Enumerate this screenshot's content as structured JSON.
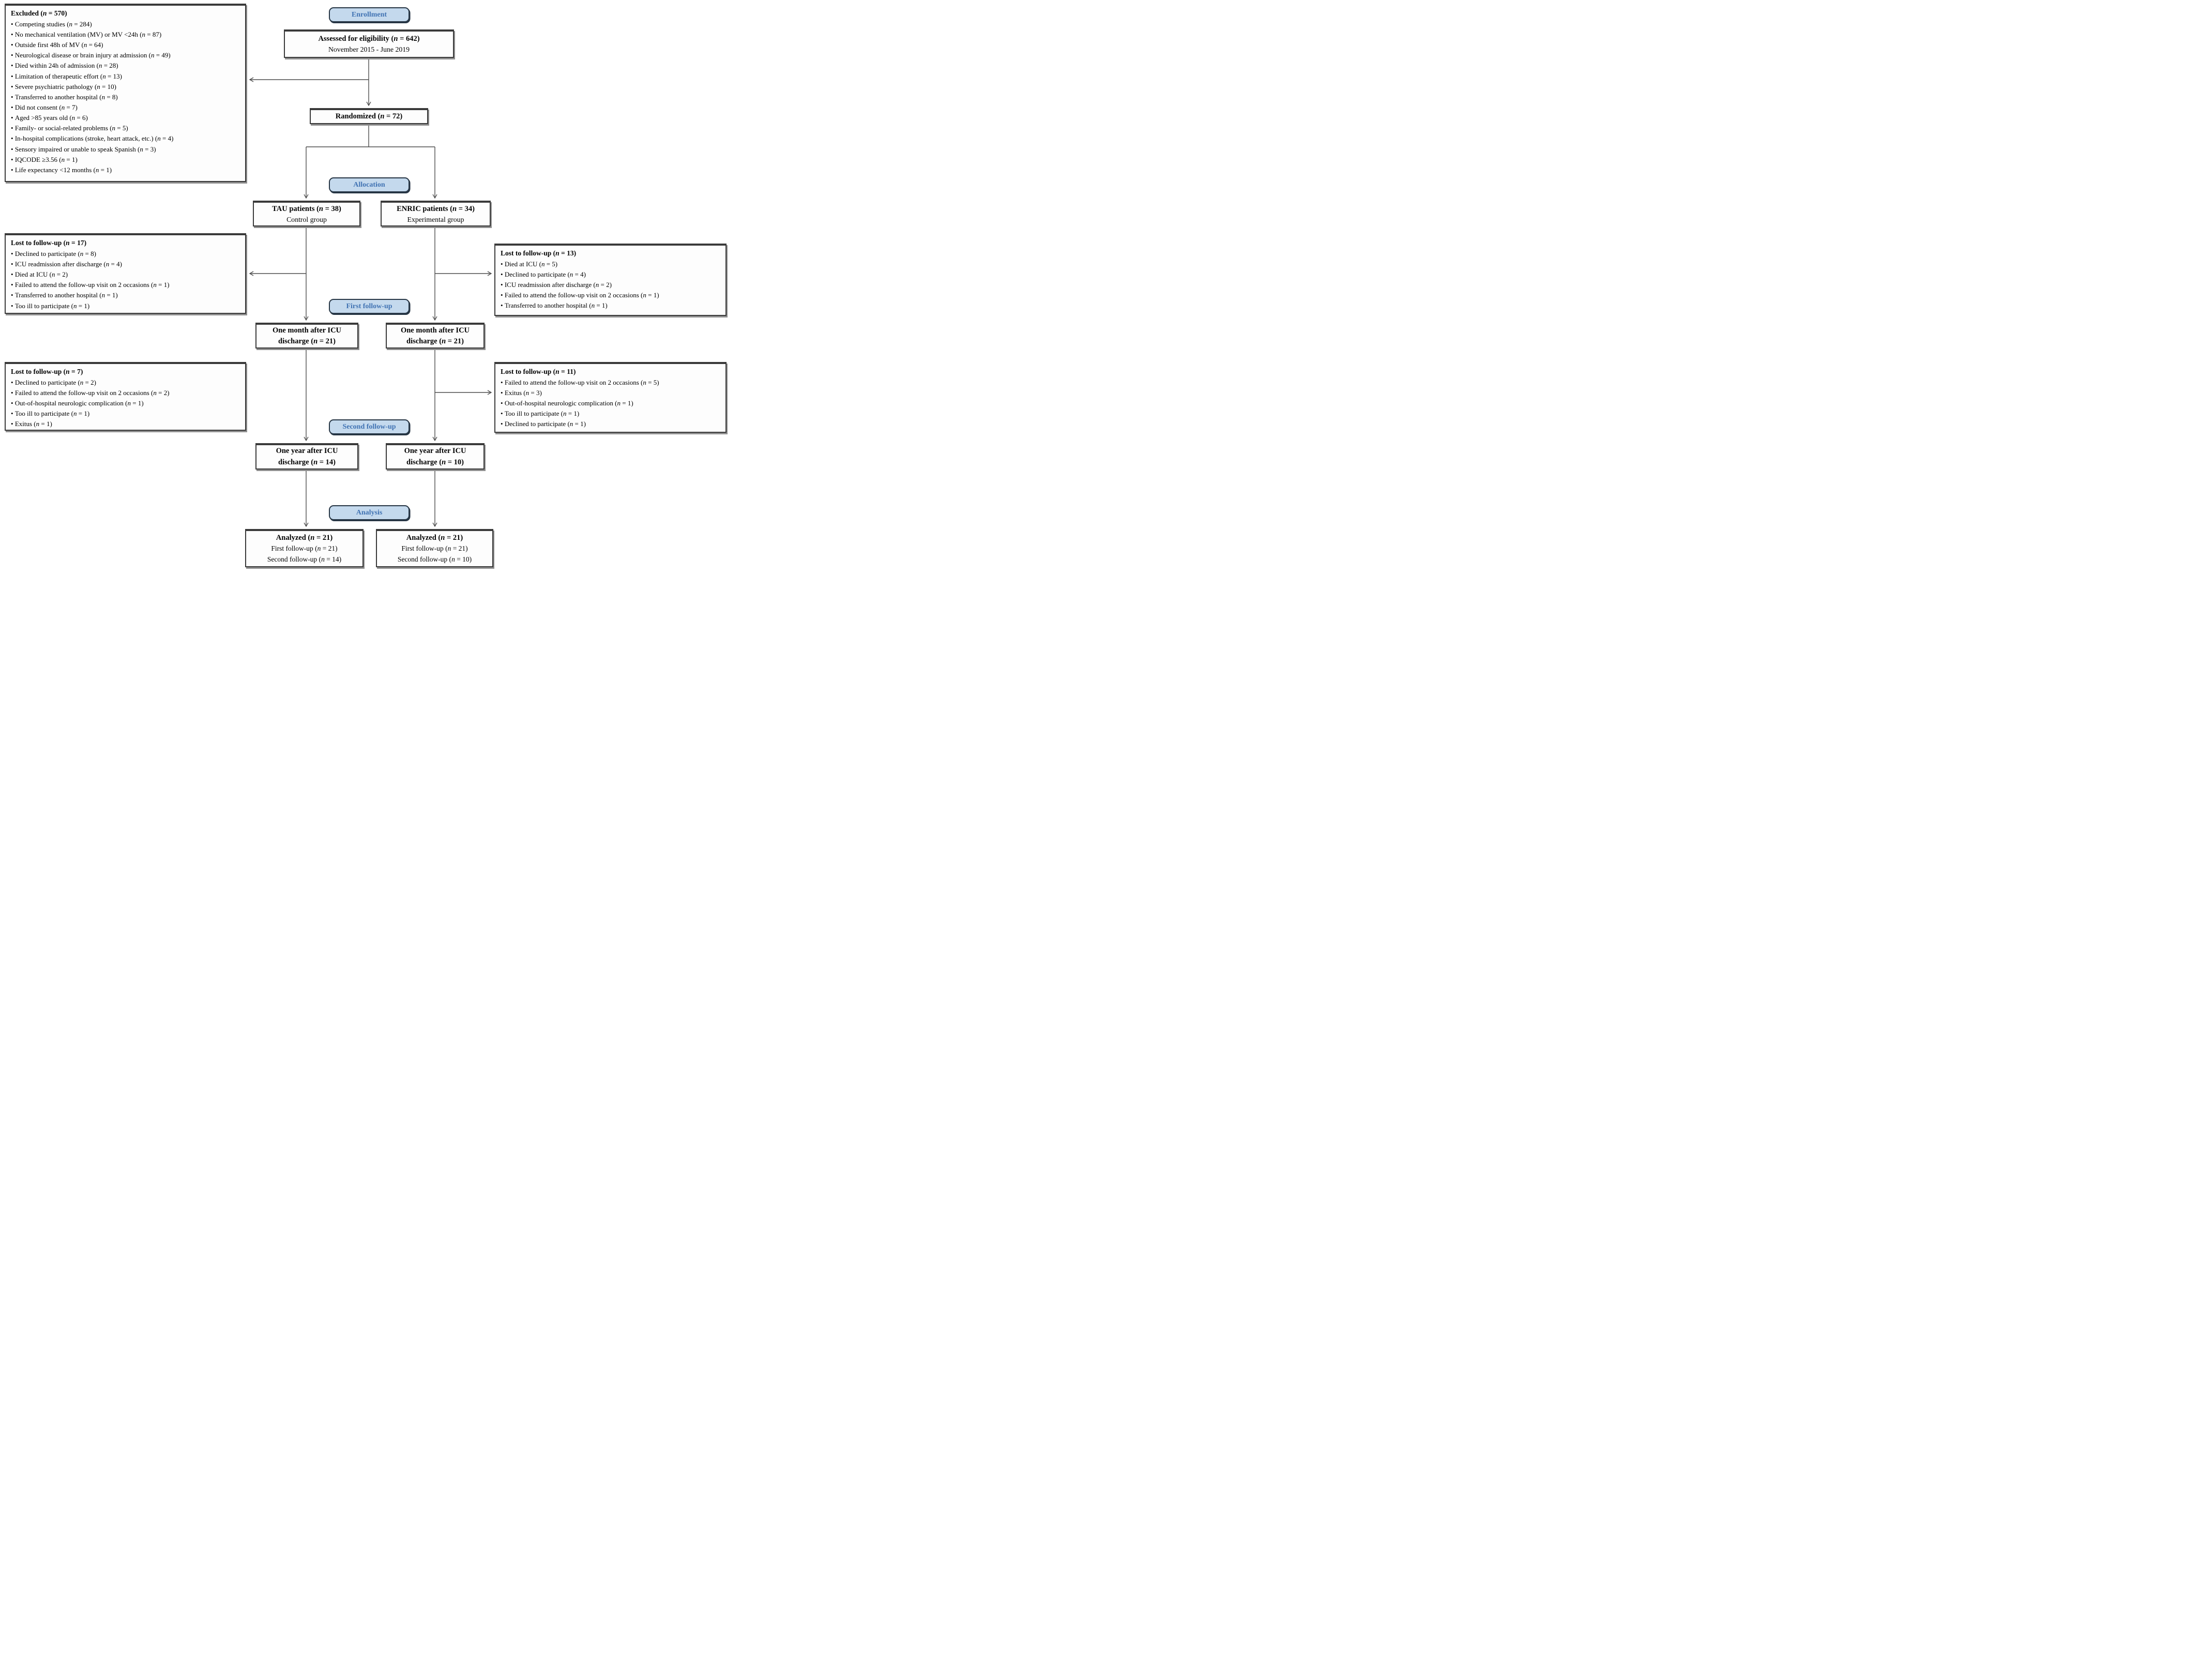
{
  "colors": {
    "badge_fill": "#c4d9ed",
    "badge_border": "#273645",
    "badge_text": "#4173b3",
    "box_border": "#3a3a3a",
    "arrow": "#4d4d4d",
    "shadow": "#8f8f8f"
  },
  "badges": {
    "enrollment": "Enrollment",
    "allocation": "Allocation",
    "first_followup": "First follow-up",
    "second_followup": "Second follow-up",
    "analysis": "Analysis"
  },
  "boxes": {
    "assessed": {
      "title": "Assessed for eligibility (n = 642)",
      "subtitle": "November 2015 - June 2019"
    },
    "randomized": {
      "title": "Randomized (n = 72)"
    },
    "excluded": {
      "title": "Excluded (n = 570)",
      "items": [
        "Competing studies (n = 284)",
        "No mechanical ventilation (MV) or MV <24h (n = 87)",
        "Outside first 48h of MV (n = 64)",
        "Neurological disease or brain injury at admission (n = 49)",
        "Died within 24h of admission (n = 28)",
        "Limitation of therapeutic effort (n = 13)",
        "Severe psychiatric pathology (n = 10)",
        "Transferred to another hospital (n = 8)",
        "Did not consent (n = 7)",
        "Aged >85 years old (n = 6)",
        "Family- or social-related problems (n = 5)",
        "In-hospital complications (stroke, heart attack, etc.) (n = 4)",
        "Sensory impaired or unable to speak Spanish (n = 3)",
        "IQCODE ≥3.56 (n = 1)",
        "Life expectancy <12 months (n = 1)"
      ]
    },
    "tau": {
      "title": "TAU patients (n = 38)",
      "subtitle": "Control group"
    },
    "enric": {
      "title": "ENRIC patients (n = 34)",
      "subtitle": "Experimental group"
    },
    "lost1_left": {
      "title": "Lost to follow-up (n = 17)",
      "items": [
        "Declined to participate (n = 8)",
        "ICU readmission after discharge (n = 4)",
        "Died at ICU (n = 2)",
        "Failed to attend the follow-up visit on 2 occasions (n = 1)",
        "Transferred to another hospital (n = 1)",
        "Too ill to participate (n = 1)"
      ]
    },
    "lost1_right": {
      "title": "Lost to follow-up (n = 13)",
      "items": [
        "Died at ICU (n = 5)",
        "Declined to participate (n = 4)",
        "ICU readmission after discharge (n = 2)",
        "Failed to attend the follow-up visit on 2 occasions (n = 1)",
        "Transferred to another hospital (n = 1)"
      ]
    },
    "month_left": {
      "line1": "One month after ICU",
      "line2": "discharge (n = 21)"
    },
    "month_right": {
      "line1": "One month after ICU",
      "line2": "discharge (n = 21)"
    },
    "lost2_left": {
      "title": "Lost to follow-up (n = 7)",
      "items": [
        "Declined to participate (n = 2)",
        "Failed to attend the follow-up visit on 2 occasions (n = 2)",
        "Out-of-hospital neurologic complication (n = 1)",
        "Too ill to participate (n = 1)",
        "Exitus (n = 1)"
      ]
    },
    "lost2_right": {
      "title": "Lost to follow-up (n = 11)",
      "items": [
        "Failed to attend the follow-up visit on 2 occasions (n = 5)",
        "Exitus (n = 3)",
        "Out-of-hospital neurologic complication (n = 1)",
        "Too ill to participate (n = 1)",
        "Declined to participate (n = 1)"
      ]
    },
    "year_left": {
      "line1": "One year after ICU",
      "line2": "discharge (n = 14)"
    },
    "year_right": {
      "line1": "One year after ICU",
      "line2": "discharge (n = 10)"
    },
    "analyzed_left": {
      "title": "Analyzed (n = 21)",
      "line2": "First follow-up (n = 21)",
      "line3": "Second follow-up (n = 14)"
    },
    "analyzed_right": {
      "title": "Analyzed (n = 21)",
      "line2": "First follow-up (n = 21)",
      "line3": "Second follow-up (n = 10)"
    }
  }
}
